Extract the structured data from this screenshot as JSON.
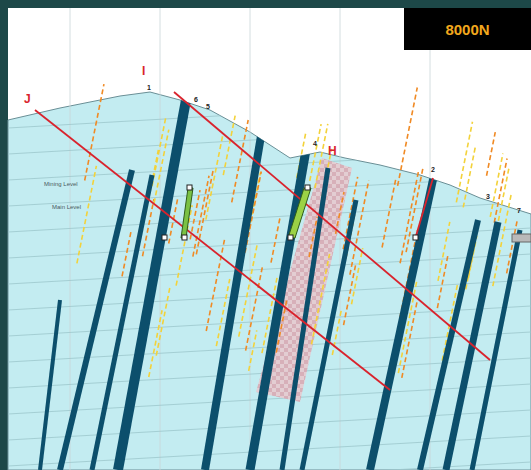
{
  "diagram": {
    "nodes": [
      {
        "text": [
          "8000N"
        ]
      }
    ],
    "labels": [
      "J",
      "I",
      "H",
      "1",
      "6",
      "5",
      "4",
      "2",
      "3",
      "7",
      "Mining Level",
      "Main Level"
    ]
  }
}
